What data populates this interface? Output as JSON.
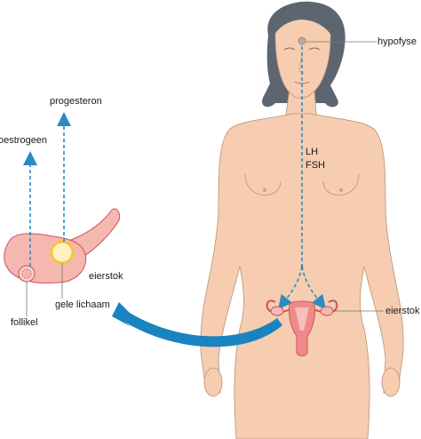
{
  "labels": {
    "hypophysis": "hypofyse",
    "progesterone": "progesteron",
    "estrogen": "oestrogeen",
    "lh": "LH",
    "fsh": "FSH",
    "ovary_right": "eierstok",
    "ovary_detail": "eierstok",
    "follicle": "follikel",
    "corpus_luteum": "gele lichaam"
  },
  "colors": {
    "skin": "#f6cdb0",
    "skin_outline": "#b8917a",
    "hair": "#5d6670",
    "hormone_arrow": "#2b8cc4",
    "big_arrow": "#1a84c0",
    "ovary": "#f5b8b0",
    "ovary_outline": "#c9545a",
    "corpus_luteum": "#f2c93c",
    "leader_line": "#777777"
  }
}
